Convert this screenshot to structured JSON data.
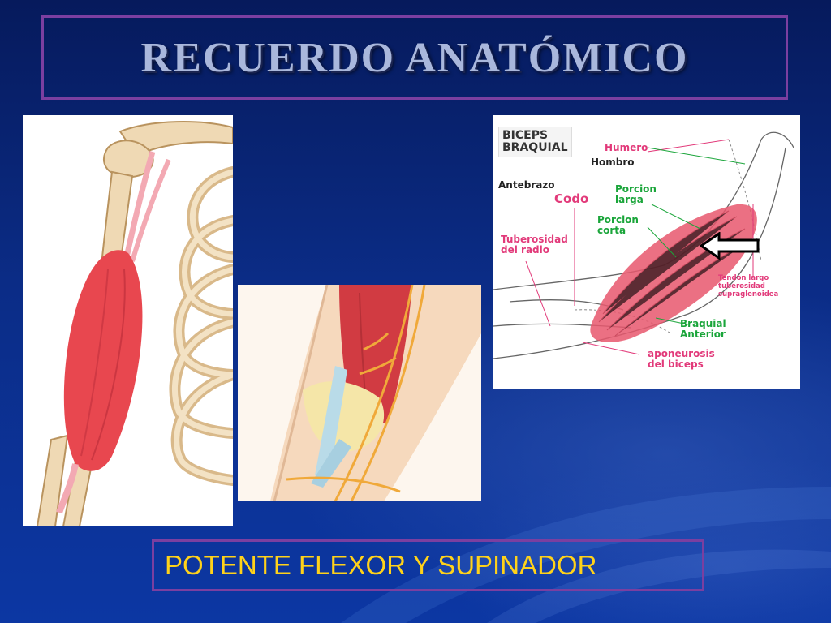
{
  "slide": {
    "title": "RECUERDO ANATÓMICO",
    "subtitle": "POTENTE FLEXOR Y SUPINADOR"
  },
  "diagram_labels": {
    "header": [
      "BICEPS",
      "BRAQUIAL"
    ],
    "humero": "Humero",
    "hombro": "Hombro",
    "antebrazo": "Antebrazo",
    "codo": "Codo",
    "porcion_larga": [
      "Porcion",
      "larga"
    ],
    "porcion_corta": [
      "Porcion",
      "corta"
    ],
    "tuberosidad": [
      "Tuberosidad",
      "del radio"
    ],
    "tendon": [
      "Tendon largo",
      "tuberosidad",
      "supraglenoidea"
    ],
    "braquial": [
      "Braquial",
      "Anterior"
    ],
    "aponeurosis": [
      "aponeurosis",
      "del biceps"
    ]
  },
  "colors": {
    "accent_border": "#7b3fa0",
    "title_text": "#a9b7dc",
    "subtitle_text": "#ffd21a",
    "muscle": "#e8474f",
    "bone": "#efd9b4"
  }
}
